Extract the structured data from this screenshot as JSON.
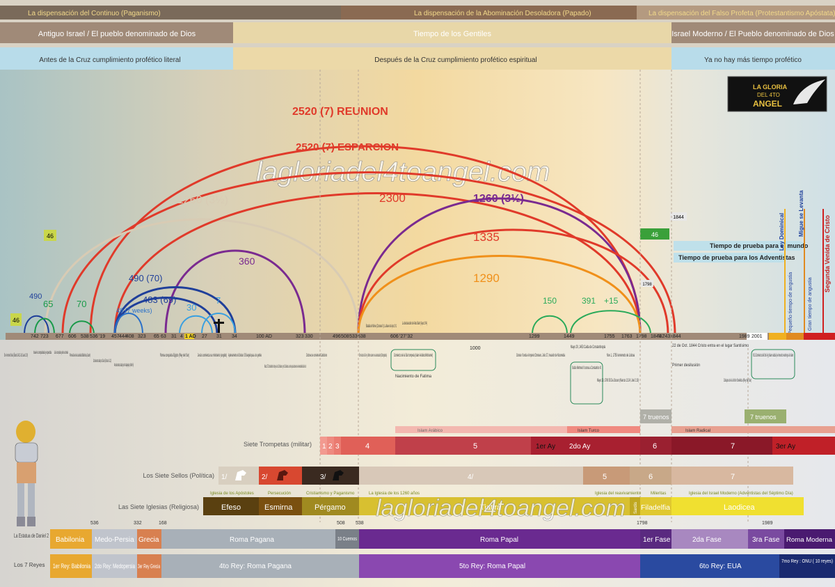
{
  "header": {
    "dispensations": [
      {
        "label": "La dispensación del Continuo (Paganismo)",
        "color": "#7a6a5a"
      },
      {
        "label": "La dispensación de la Abominación Desoladora (Papado)",
        "color": "#8a6a52"
      },
      {
        "label": "La dispensación del Falso Profeta (Protestantismo Apóstata)",
        "color": "#b49a80"
      }
    ],
    "peoples": [
      {
        "label": "Antiguo Israel / El pueblo denominado de Dios"
      },
      {
        "label": "Tiempo de los Gentiles"
      },
      {
        "label": "Israel Moderno / El Pueblo denominado de Dios"
      }
    ],
    "fulfillment": [
      {
        "label": "Antes de la Cruz cumplimiento profético literal"
      },
      {
        "label": "Después de la Cruz cumplimiento profético espiritual"
      },
      {
        "label": "Ya no hay más tiempo profético"
      }
    ]
  },
  "logo": {
    "line1": "LA GLORIA",
    "line2": "DEL 4TO",
    "line3": "ANGEL"
  },
  "watermark": "lagloriadel4toangel.com",
  "arcs": [
    {
      "label": "2520 (7) REUNION",
      "color": "#e03a2a"
    },
    {
      "label": "2520 (7) ESPARCION",
      "color": "#e03a2a"
    },
    {
      "label": "1260 (3½)",
      "color": "#d8cbb4"
    },
    {
      "label": "2300",
      "color": "#e03a2a"
    },
    {
      "label": "1260 (3½)",
      "color": "#7a2a90"
    },
    {
      "label": "1335",
      "color": "#e03a2a"
    },
    {
      "label": "1290",
      "color": "#f0901a"
    },
    {
      "label": "360",
      "color": "#7a2a90"
    },
    {
      "label": "490 (70)",
      "color": "#1f3f9a"
    },
    {
      "label": "483 (69)",
      "color": "#1f3f9a"
    },
    {
      "label": "49 (7 weeks)",
      "color": "#2a70c8"
    },
    {
      "label": "30",
      "color": "#3aa0e0"
    },
    {
      "label": "7",
      "color": "#3aa0e0"
    },
    {
      "label": "490",
      "color": "#1f3f9a"
    },
    {
      "label": "65",
      "color": "#1a9a4a"
    },
    {
      "label": "70",
      "color": "#1a9a4a"
    },
    {
      "label": "150",
      "color": "#2aaa5a"
    },
    {
      "label": "391",
      "color": "#2aaa5a"
    },
    {
      "label": "+15",
      "color": "#2aaa5a"
    }
  ],
  "badges": [
    "46",
    "46",
    "46",
    "1844",
    "1798"
  ],
  "timeline_years": [
    "742",
    "723",
    "677",
    "606",
    "538",
    "536",
    "'19",
    "457",
    "444",
    "408",
    "323",
    "65",
    "63",
    "31",
    "4",
    "1 AD",
    "27",
    "31",
    "34",
    "100 AD",
    "323",
    "330",
    "496",
    "508",
    "533",
    "538",
    "606",
    "'27",
    "'32",
    "1000",
    "1299",
    "1449",
    "1755",
    "1763",
    "1798",
    "1840",
    "'42",
    "'43",
    "1844",
    "1989",
    "2001"
  ],
  "year_notes": [
    "En el monte Sinaí (Éxodo 24:12-18; Juan 2:20)",
    "Israel es conquistada y esparcida",
    "Judá es conquistada y pierde su soberanía",
    "Primera fase de la cautividad Babilónica (Joacim)",
    "2do decreto dado por Darío (Esdras 6:1-12)",
    "4to decreto dado por Artajerjes (Neh 6)",
    "Roma conquista Egipto (Rey del Sur)",
    "Jesús comienza su ministerio (ungido)",
    "Apedreamiento de Esteban. El Evangelio pasa a los gentiles",
    "Marzo 27 Constantino instruye a los Cristianos y no Cristianos a unirse para observar el venerable día del sol",
    "Clodoveo se convierte al Catolicismo",
    "En marzo el 3er y último cuerno es arrancado (Ostrogodos)",
    "Batalla de Nínive (Cosroes II); La llave de Apoc 9:1",
    "La declaración de Abu Bakr (Apoc 9:4)",
    "Comienzo de la 5ta trompeta (Islam Arábico/Mohamet)",
    "Nacimiento de Fatima",
    "Osman I funda el imperio Otomano. Julio 27, Invasión de Nicomedia",
    "Mayo 29, 1453 Caída de Constantinopla",
    "Sultán Mehmed II corona a Constantino XI",
    "Nov 1, 1755 terremoto de Lisboa",
    "Mayo 19, 1780 El Día Oscuro (Marcos 13:24; Joel 2:10)",
    "22 de Oct. 1844 Cristo entra en el lugar Santísimo",
    "Primer desilusión",
    "Colapso de la Unión Soviética (Rey del Sur)",
    "9/11 Comienzo del 3rd Ay (Islam radical) el mundo restringe al Islam"
  ],
  "probation": [
    {
      "label": "Tiempo de prueba para el mundo"
    },
    {
      "label": "Tiempo de prueba para los Adventistas"
    }
  ],
  "vertical_labels": [
    "Ley Dominical",
    "Pequeño tiempo de angustia",
    "Migue se Levanta",
    "Gran tiempo de angustia",
    "Segunda Venida de Cristo"
  ],
  "seven_trumpets": {
    "title": "Siete Trompetas (militar)",
    "header_labels": [
      "Islam Arábico",
      "Islam Turco",
      "Islam Radical"
    ],
    "segments": [
      "1",
      "2",
      "3",
      "4",
      "5",
      "1er Ay",
      "2do Ay",
      "6",
      "7",
      "3er Ay",
      "7 truenos",
      "7 truenos"
    ]
  },
  "seven_seals": {
    "title": "Los Siete Sellos (Política)",
    "segments": [
      "1/",
      "2/",
      "3/",
      "4/",
      "5",
      "6",
      "7"
    ]
  },
  "seven_churches": {
    "title": "Las Siete Iglesias (Religiosa)",
    "header_labels": [
      "Iglesia de los Apóstoles",
      "Persecución",
      "Cristianismo y Paganismo",
      "La Iglesia de los 1260 años",
      "Iglesia del reavivamiento",
      "Mileritas",
      "Iglesia del Israel Moderno (Adventistas del Séptimo Día)"
    ],
    "segments": [
      "Efeso",
      "Esmirna",
      "Pérgamo",
      "Tiatira",
      "Sardis",
      "Filadelfia",
      "Laodicea"
    ]
  },
  "statue": {
    "title": "La Estatua de Daniel 2",
    "years": [
      "536",
      "332",
      "168",
      "508",
      "538",
      "1798",
      "1989"
    ],
    "segments": [
      "Babilonia",
      "Medo-Persia",
      "Grecia",
      "Roma Pagana",
      "10 Cuernos",
      "Roma Papal",
      "1er Fase",
      "2da Fase",
      "3ra Fase",
      "Roma Moderna"
    ]
  },
  "kings": {
    "title": "Los 7 Reyes",
    "segments": [
      "1er Rey: Babilonia",
      "2do Rey: Medopersia",
      "3er Rey Grecia",
      "4to Rey: Roma Pagana",
      "5to Rey: Roma Papal",
      "6to Rey: EUA",
      "7mo Rey : ONU ( 10 reyes)"
    ]
  }
}
